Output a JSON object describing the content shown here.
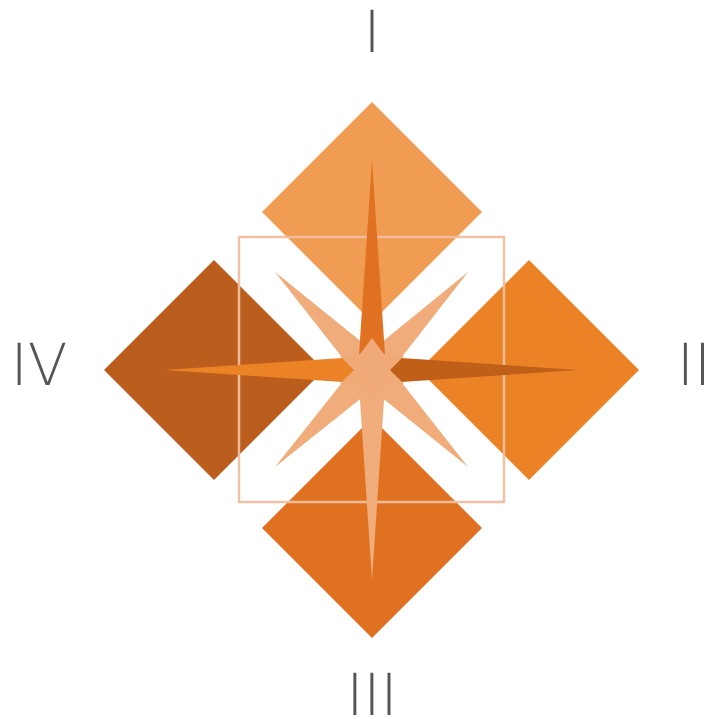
{
  "labels": {
    "top": "I",
    "right": "II",
    "bottom": "III",
    "left": "IV"
  },
  "colors": {
    "diamond_top": "#F09C52",
    "diamond_right": "#EB8226",
    "diamond_bottom": "#E07120",
    "diamond_left": "#BB5E1D",
    "frame_square": "#EFBFA0",
    "star_vertical": "#E07120",
    "star_horizontal": "#C06018",
    "star_diagonal": "#F0AC7A",
    "star_center": "#EFAA78",
    "label_text": "#555555",
    "background": "#FFFFFF"
  }
}
